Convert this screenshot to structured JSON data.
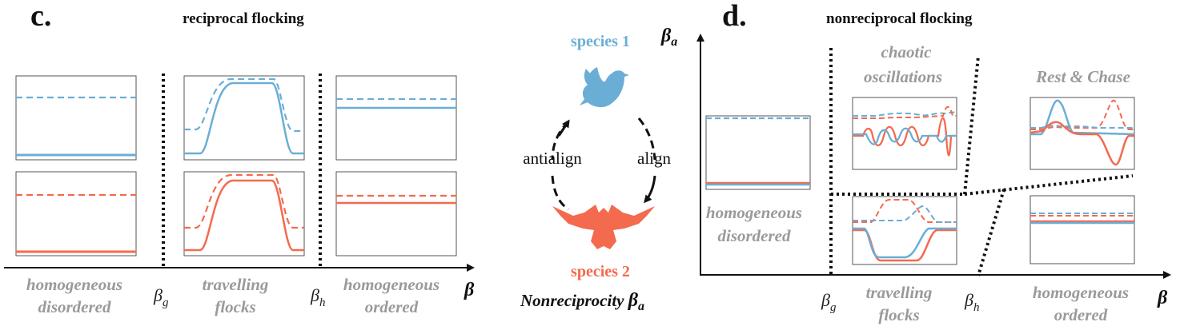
{
  "colors": {
    "species1": "#6aaed6",
    "species2": "#f46a4e",
    "phase_label": "#9a9a9a",
    "axis": "#111111"
  },
  "panel_c": {
    "letter": "c.",
    "title": "reciprocal flocking",
    "x_axis_symbol": "β",
    "threshold_g": "β",
    "threshold_g_sub": "g",
    "threshold_h": "β",
    "threshold_h_sub": "h",
    "phases": [
      {
        "line1": "homogeneous",
        "line2": "disordered"
      },
      {
        "line1": "travelling",
        "line2": "flocks"
      },
      {
        "line1": "homogeneous",
        "line2": "ordered"
      }
    ]
  },
  "center": {
    "species1_label": "species 1",
    "species2_label": "species 2",
    "left_arrow_label": "antialign",
    "right_arrow_label": "align",
    "nonreciprocity_label": "Nonreciprocity ",
    "nonreciprocity_symbol": "β",
    "nonreciprocity_sub": "a",
    "bird1_icon": "bird-icon",
    "bird2_icon": "bird-icon"
  },
  "panel_d": {
    "letter": "d.",
    "title": "nonreciprocal flocking",
    "y_axis_symbol": "β",
    "y_axis_sub": "a",
    "x_axis_symbol": "β",
    "threshold_g": "β",
    "threshold_g_sub": "g",
    "threshold_h": "β",
    "threshold_h_sub": "h",
    "region_chaotic": {
      "line1": "chaotic",
      "line2": "oscillations"
    },
    "region_rest_chase": "Rest & Chase",
    "region_disordered": {
      "line1": "homogeneous",
      "line2": "disordered"
    },
    "phase_travelling": {
      "line1": "travelling",
      "line2": "flocks"
    },
    "phase_ordered": {
      "line1": "homogeneous",
      "line2": "ordered"
    }
  }
}
